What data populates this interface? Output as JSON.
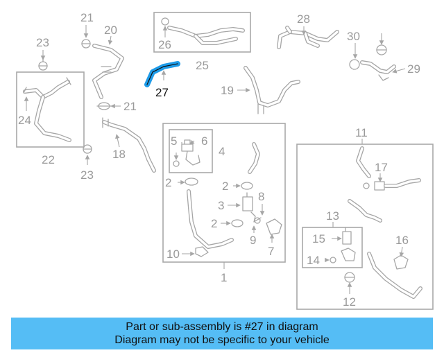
{
  "diagram": {
    "highlight_color": "#1e9be8",
    "highlighted_part": "27",
    "callouts": [
      "21",
      "20",
      "23",
      "22",
      "24",
      "21",
      "18",
      "23",
      "26",
      "25",
      "27",
      "28",
      "30",
      "29",
      "19",
      "5",
      "6",
      "4",
      "2",
      "2",
      "3",
      "8",
      "2",
      "9",
      "7",
      "10",
      "1",
      "11",
      "17",
      "13",
      "15",
      "14",
      "16",
      "12"
    ],
    "sections": [
      "22",
      "25",
      "4",
      "1",
      "11",
      "13"
    ]
  },
  "banner": {
    "background": "#55bdf5",
    "line1": "Part or sub-assembly is #27 in diagram",
    "line2": "Diagram may not be specific to your vehicle"
  }
}
